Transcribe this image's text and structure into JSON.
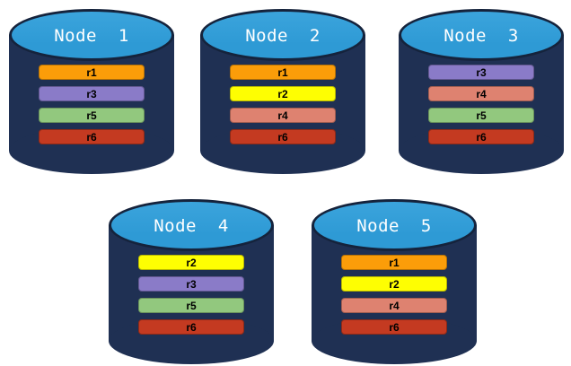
{
  "colors": {
    "background": "#FFFFFF",
    "cylinder_body": "#1F3053",
    "cylinder_outline": "#15233C",
    "cylinder_top_fill": "#2E9AD5",
    "cylinder_top_fill_light": "#3BA4DC",
    "node_label_text": "#FFFFFF",
    "replica_label_text": "#000000"
  },
  "replica_colors": {
    "r1": "#FB9D09",
    "r2": "#FEFE02",
    "r3": "#8A7BC8",
    "r4": "#DE8270",
    "r5": "#92C87E",
    "r6": "#C43A21"
  },
  "nodes": [
    {
      "label": "Node  1",
      "replicas": [
        "r1",
        "r3",
        "r5",
        "r6"
      ]
    },
    {
      "label": "Node  2",
      "replicas": [
        "r1",
        "r2",
        "r4",
        "r6"
      ]
    },
    {
      "label": "Node  3",
      "replicas": [
        "r3",
        "r4",
        "r5",
        "r6"
      ]
    },
    {
      "label": "Node  4",
      "replicas": [
        "r2",
        "r3",
        "r5",
        "r6"
      ]
    },
    {
      "label": "Node  5",
      "replicas": [
        "r1",
        "r2",
        "r4",
        "r6"
      ]
    }
  ]
}
